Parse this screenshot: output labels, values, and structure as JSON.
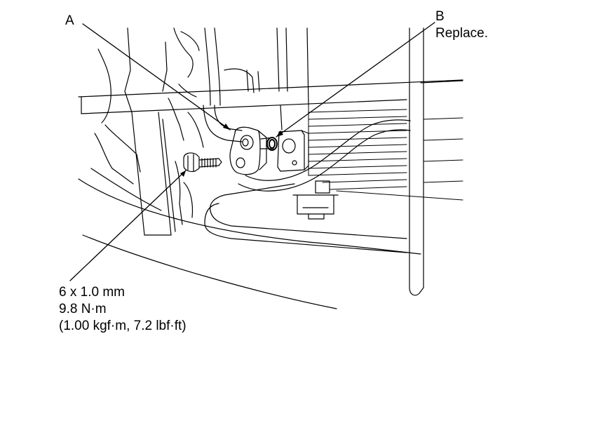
{
  "callouts": {
    "a": {
      "letter": "A"
    },
    "b": {
      "letter": "B",
      "note": "Replace."
    }
  },
  "bolt_spec": {
    "size": "6 x 1.0 mm",
    "torque_nm": "9.8 N·m",
    "torque_alt": "(1.00 kgf·m, 7.2 lbf·ft)"
  },
  "colors": {
    "line": "#000000",
    "background": "#ffffff"
  }
}
